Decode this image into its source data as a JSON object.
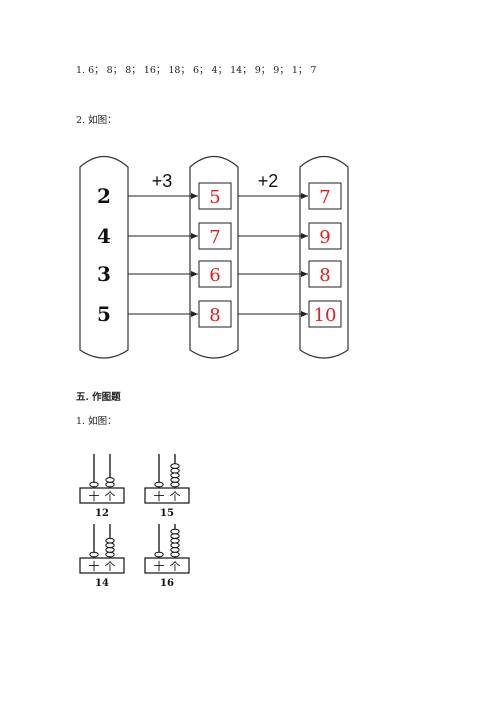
{
  "answers": {
    "line1": "1. 6； 8； 8； 16； 18； 6； 4； 14； 9； 9； 1； 7",
    "line2": "2. 如图：",
    "section5_title": "五. 作图题",
    "line3": "1. 如图："
  },
  "mapping": {
    "ops": [
      "+3",
      "+2"
    ],
    "inputs": [
      "2",
      "4",
      "3",
      "5"
    ],
    "middle": [
      "5",
      "7",
      "6",
      "8"
    ],
    "outputs": [
      "7",
      "9",
      "8",
      "10"
    ],
    "answer_color": "#e02020"
  },
  "abacus": {
    "label_tens": "十",
    "label_ones": "个",
    "items": [
      {
        "number": "12",
        "tens": 1,
        "ones": 2
      },
      {
        "number": "15",
        "tens": 1,
        "ones": 5
      },
      {
        "number": "14",
        "tens": 1,
        "ones": 4
      },
      {
        "number": "16",
        "tens": 1,
        "ones": 6
      }
    ]
  }
}
